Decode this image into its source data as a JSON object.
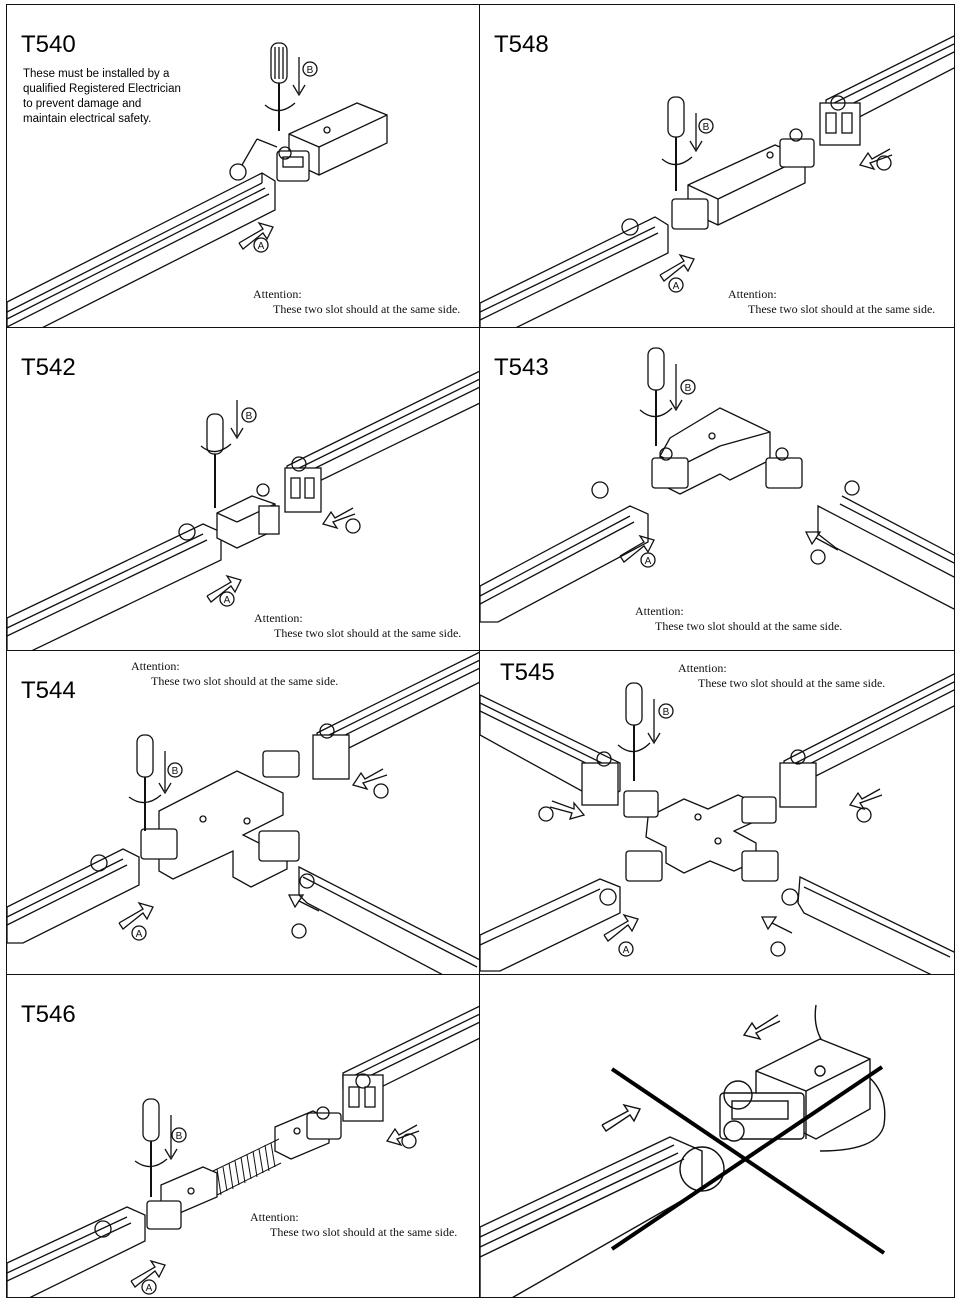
{
  "panels": [
    {
      "code": "T540",
      "note": "These must be installed by a qualified Registered Electrician to prevent damage and maintain electrical safety.",
      "label_a": "A",
      "label_b": "B",
      "attention_title": "Attention:",
      "attention_text": "These two slot should at the same side."
    },
    {
      "code": "T548",
      "label_a": "A",
      "label_b": "B",
      "attention_title": "Attention:",
      "attention_text": "These two slot should at the same side."
    },
    {
      "code": "T542",
      "label_a": "A",
      "label_b": "B",
      "attention_title": "Attention:",
      "attention_text": "These two slot should at the same side."
    },
    {
      "code": "T543",
      "label_a": "A",
      "label_b": "B",
      "attention_title": "Attention:",
      "attention_text": "These two slot should at the same side."
    },
    {
      "code": "T544",
      "label_a": "A",
      "label_b": "B",
      "attention_title": "Attention:",
      "attention_text": "These two slot should at the same side."
    },
    {
      "code": "T545",
      "label_a": "A",
      "label_b": "B",
      "attention_title": "Attention:",
      "attention_text": "These two slot should at the same side."
    },
    {
      "code": "T546",
      "label_a": "A",
      "label_b": "B",
      "attention_title": "Attention:",
      "attention_text": "These two slot should at the same side."
    },
    {
      "code": "",
      "label_a": "",
      "label_b": ""
    }
  ],
  "colors": {
    "line": "#111111",
    "paper": "#ffffff"
  }
}
